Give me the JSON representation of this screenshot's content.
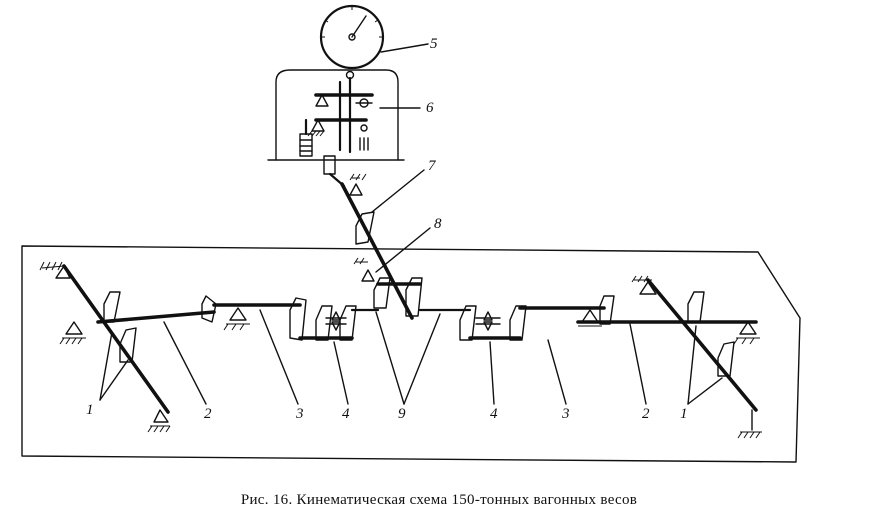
{
  "caption": "Рис. 16. Кинематическая схема 150-тонных вагонных весов",
  "labels": {
    "l1a": "1",
    "l2a": "2",
    "l3a": "3",
    "l4a": "4",
    "l9": "9",
    "l4b": "4",
    "l3b": "3",
    "l2b": "2",
    "l1b": "1",
    "l5": "5",
    "l6": "6",
    "l7": "7",
    "l8": "8"
  }
}
